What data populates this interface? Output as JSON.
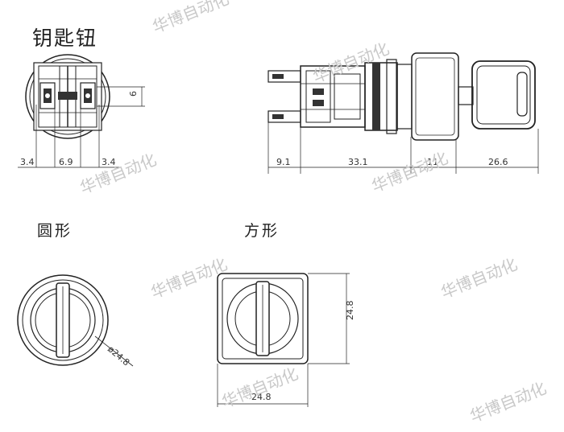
{
  "titles": {
    "main": "钥匙钮",
    "round": "圆形",
    "square": "方形"
  },
  "watermark": "华博自动化",
  "dims": {
    "front_left": "3.4",
    "front_mid": "6.9",
    "front_right": "3.4",
    "front_height": "6",
    "side_a": "9.1",
    "side_b": "33.1",
    "side_c": "11",
    "side_d": "26.6",
    "round_diameter": "ø24.8",
    "square_height": "24.8",
    "square_width": "24.8"
  },
  "colors": {
    "line": "#222222",
    "watermark": "#c9c9c9"
  }
}
